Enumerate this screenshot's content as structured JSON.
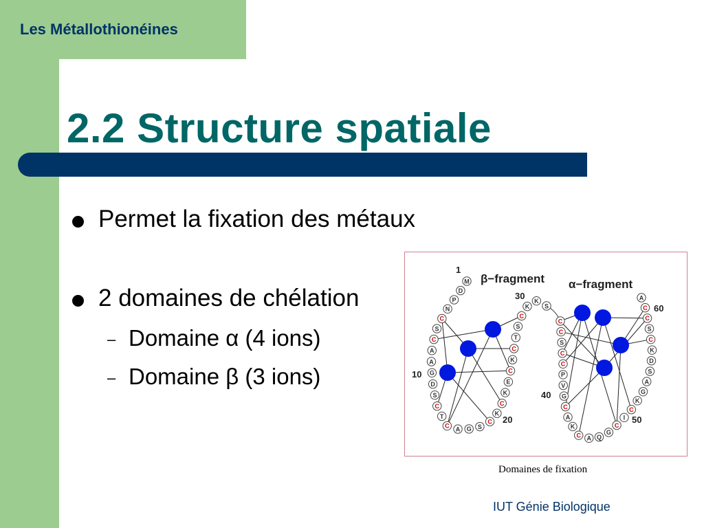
{
  "header": {
    "section_title": "Les Métallothionéines"
  },
  "slide": {
    "title": "2.2 Structure spatiale"
  },
  "bullets": [
    {
      "text": "Permet la fixation des métaux",
      "subs": []
    },
    {
      "text": "2 domaines de chélation",
      "subs": [
        {
          "dash": "–",
          "text": "Domaine α (4 ions)"
        },
        {
          "dash": "–",
          "text": "Domaine β (3 ions)"
        }
      ]
    }
  ],
  "figure": {
    "beta_label": "β−fragment",
    "alpha_label": "α−fragment",
    "numbers": [
      "1",
      "10",
      "20",
      "30",
      "40",
      "50",
      "60"
    ],
    "beta_residues": [
      "M",
      "D",
      "P",
      "N",
      "C",
      "S",
      "C",
      "A",
      "A",
      "G",
      "D",
      "S",
      "C",
      "T",
      "C",
      "A",
      "G",
      "S",
      "C",
      "K",
      "C",
      "K",
      "E",
      "C",
      "K",
      "C",
      "T",
      "S",
      "C",
      "K",
      "K",
      "S"
    ],
    "alpha_residues": [
      "C",
      "C",
      "S",
      "C",
      "C",
      "P",
      "V",
      "G",
      "C",
      "A",
      "K",
      "C",
      "A",
      "Q",
      "G",
      "C",
      "I",
      "C",
      "K",
      "G",
      "A",
      "S",
      "D",
      "K",
      "C",
      "S",
      "C",
      "C",
      "A"
    ],
    "colors": {
      "residue_c": "#cc0000",
      "residue_text": "#333333",
      "metal": "#0018e0"
    }
  },
  "caption": "Domaines de fixation",
  "footer": "IUT Génie Biologique"
}
